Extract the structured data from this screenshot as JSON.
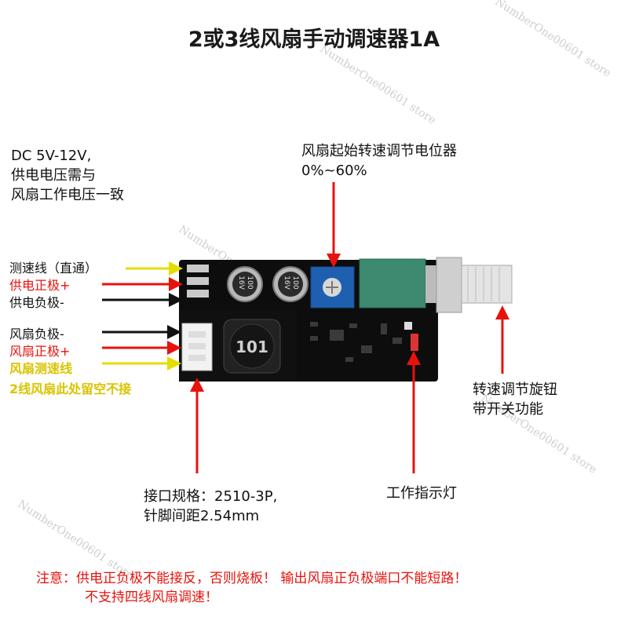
{
  "title": "2或3线风扇手动调速器1A",
  "watermark": "NumberOne00601 store",
  "power_note": [
    "DC 5V-12V,",
    "供电电压需与",
    "风扇工作电压一致"
  ],
  "pot_note": [
    "风扇起始转速调节电位器",
    "0%~60%"
  ],
  "knob_note": [
    "转速调节旋钮",
    "带开关功能"
  ],
  "left_labels": {
    "speed_line": "测速线（直通）",
    "power_pos": "供电正极+",
    "power_neg": "供电负极-",
    "fan_neg": "风扇负极-",
    "fan_pos": "风扇正极+",
    "fan_tach": "风扇测速线",
    "two_wire_note": "2线风扇此处留空不接"
  },
  "connector_note": [
    "接口规格：2510-3P,",
    "针脚间距2.54mm"
  ],
  "indicator_note": "工作指示灯",
  "board": {
    "cap1": [
      "100",
      "16V"
    ],
    "cap2": [
      "100",
      "16V"
    ],
    "inductor": "101"
  },
  "warning": [
    "注意：供电正负极不能接反，否则烧板！ 输出风扇正负极端口不能短路！",
    "不支持四线风扇调速！"
  ],
  "colors": {
    "red": "#e8120c",
    "yellow": "#e6dd00",
    "pcb": "#0d0d0d",
    "pot_blue": "#1f5fb0",
    "pot_green": "#3d8a70"
  }
}
